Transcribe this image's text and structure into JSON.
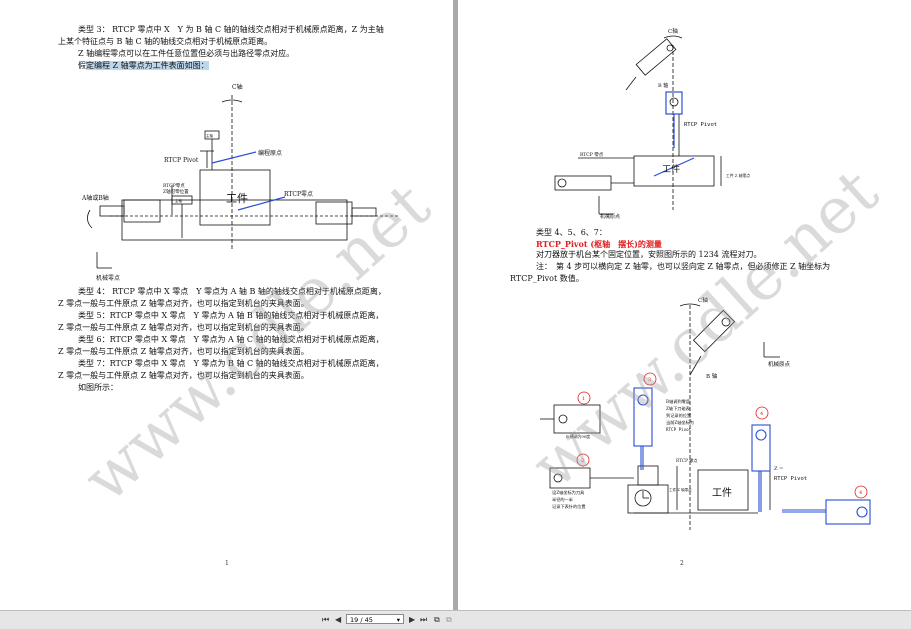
{
  "left_page": {
    "p1": "类型 3： RTCP 零点中 X　Y 为 B 轴 C 轴的轴线交点相对于机械原点距离，Z 为主轴",
    "p1b": "上某个特征点与 B 轴 C 轴的轴线交点相对于机械原点距离。",
    "p2": "Z 轴编程零点可以在工件任意位置但必须与出路径零点对应。",
    "p3_prefix": "假",
    "p3_highlight": "定编程 Z 轴零点为工件表面如图：",
    "fig": {
      "c_axis": "C轴",
      "rtcp_pivot": "RTCP Pivot",
      "prog_origin": "编程原点",
      "rtcp_zero_b": "RTCP零点",
      "z_zero_pos": "Z轴可零位置",
      "workpiece": "工件",
      "rtcp_zero": "RTCP零点",
      "ab_axis": "A轴或B轴",
      "machine_origin": "机械零点",
      "spindle": "主轴",
      "probe": "主轴"
    },
    "p4a": "类型 4： RTCP 零点中 X 零点　Y 零点为 A 轴 B 轴的轴线交点相对于机械原点距离，",
    "p4b": "Z 零点一般与工件原点 Z 轴零点对齐，也可以指定到机台的夹具表面。",
    "p5a": "类型 5：RTCP 零点中 X 零点　Y 零点为 A 轴 B 轴的轴线交点相对于机械原点距离，",
    "p5b": "Z 零点一般与工件原点 Z 轴零点对齐，也可以指定到机台的夹具表面。",
    "p6a": "类型 6：RTCP 零点中 X 零点　Y 零点为 A 轴 C 轴的轴线交点相对于机械原点距离，",
    "p6b": "Z 零点一般与工件原点 Z 轴零点对齐，也可以指定到机台的夹具表面。",
    "p7a": "类型 7：RTCP 零点中 X 零点　Y 零点为 B 轴 C 轴的轴线交点相对于机械原点距离，",
    "p7b": "Z 零点一般与工件原点 Z 轴零点对齐，也可以指定到机台的夹具表面。",
    "p8": "如图所示：",
    "page_number": "1"
  },
  "right_page": {
    "fig1": {
      "c_axis": "C轴",
      "b_axis": "B 轴",
      "rtcp_pivot": "RTCP Pivot",
      "rtcp_zero": "RTCP 零点",
      "workpiece": "工件",
      "work_z_zero": "工件 Z 轴零点",
      "machine_origin": "机械原点"
    },
    "types_line": "类型 4、5、6、7：",
    "heading": "RTCP_Pivot (枢轴　摆长)的测量",
    "p1": "对刀器放于机台某个固定位置，安照图所示的 1234 流程对刀。",
    "p2": "注：　第 4 步可以横向定 Z 轴零，也可以竖向定 Z 轴零点，但必须修正 Z 轴坐标为",
    "p2b": "RTCP_Pivot 数值。",
    "fig2": {
      "c_axis": "C轴",
      "b_axis": "B 轴",
      "machine_origin": "机械原点",
      "step1": "1",
      "step2": "2",
      "step3": "3",
      "step4a": "4",
      "step4b": "4",
      "b_rotate": "B 横调为90度",
      "note3_l1": "B轴调到零度",
      "note3_l2": "Z轴下刀碰表",
      "note3_l3": "到记录的位置",
      "note3_l4": "当前Z轴坐标为",
      "note3_l5": "RTCP Pivot",
      "rtcp_zero": "RTCP 零点",
      "note2_l1": "设Z轴坐标为刀具",
      "note2_l2": "半径的一半",
      "note2_l3": "记录下表针的位置",
      "work_z_zero": "工件 Z 轴零点",
      "workpiece": "工件",
      "z_eq": "Z =",
      "rtcp_pivot": "RTCP Pivot"
    },
    "page_number": "2"
  },
  "watermark": "www.cdle.net",
  "toolbar": {
    "first": "⏮",
    "prev": "◀",
    "page_field": "19 / 45",
    "dropdown": "▾",
    "next": "▶",
    "last": "⏭",
    "page_count_icon": "⧉"
  },
  "colors": {
    "blue_line": "#2b4fd6",
    "highlight": "#bcd6ec",
    "red": "#e02020"
  }
}
